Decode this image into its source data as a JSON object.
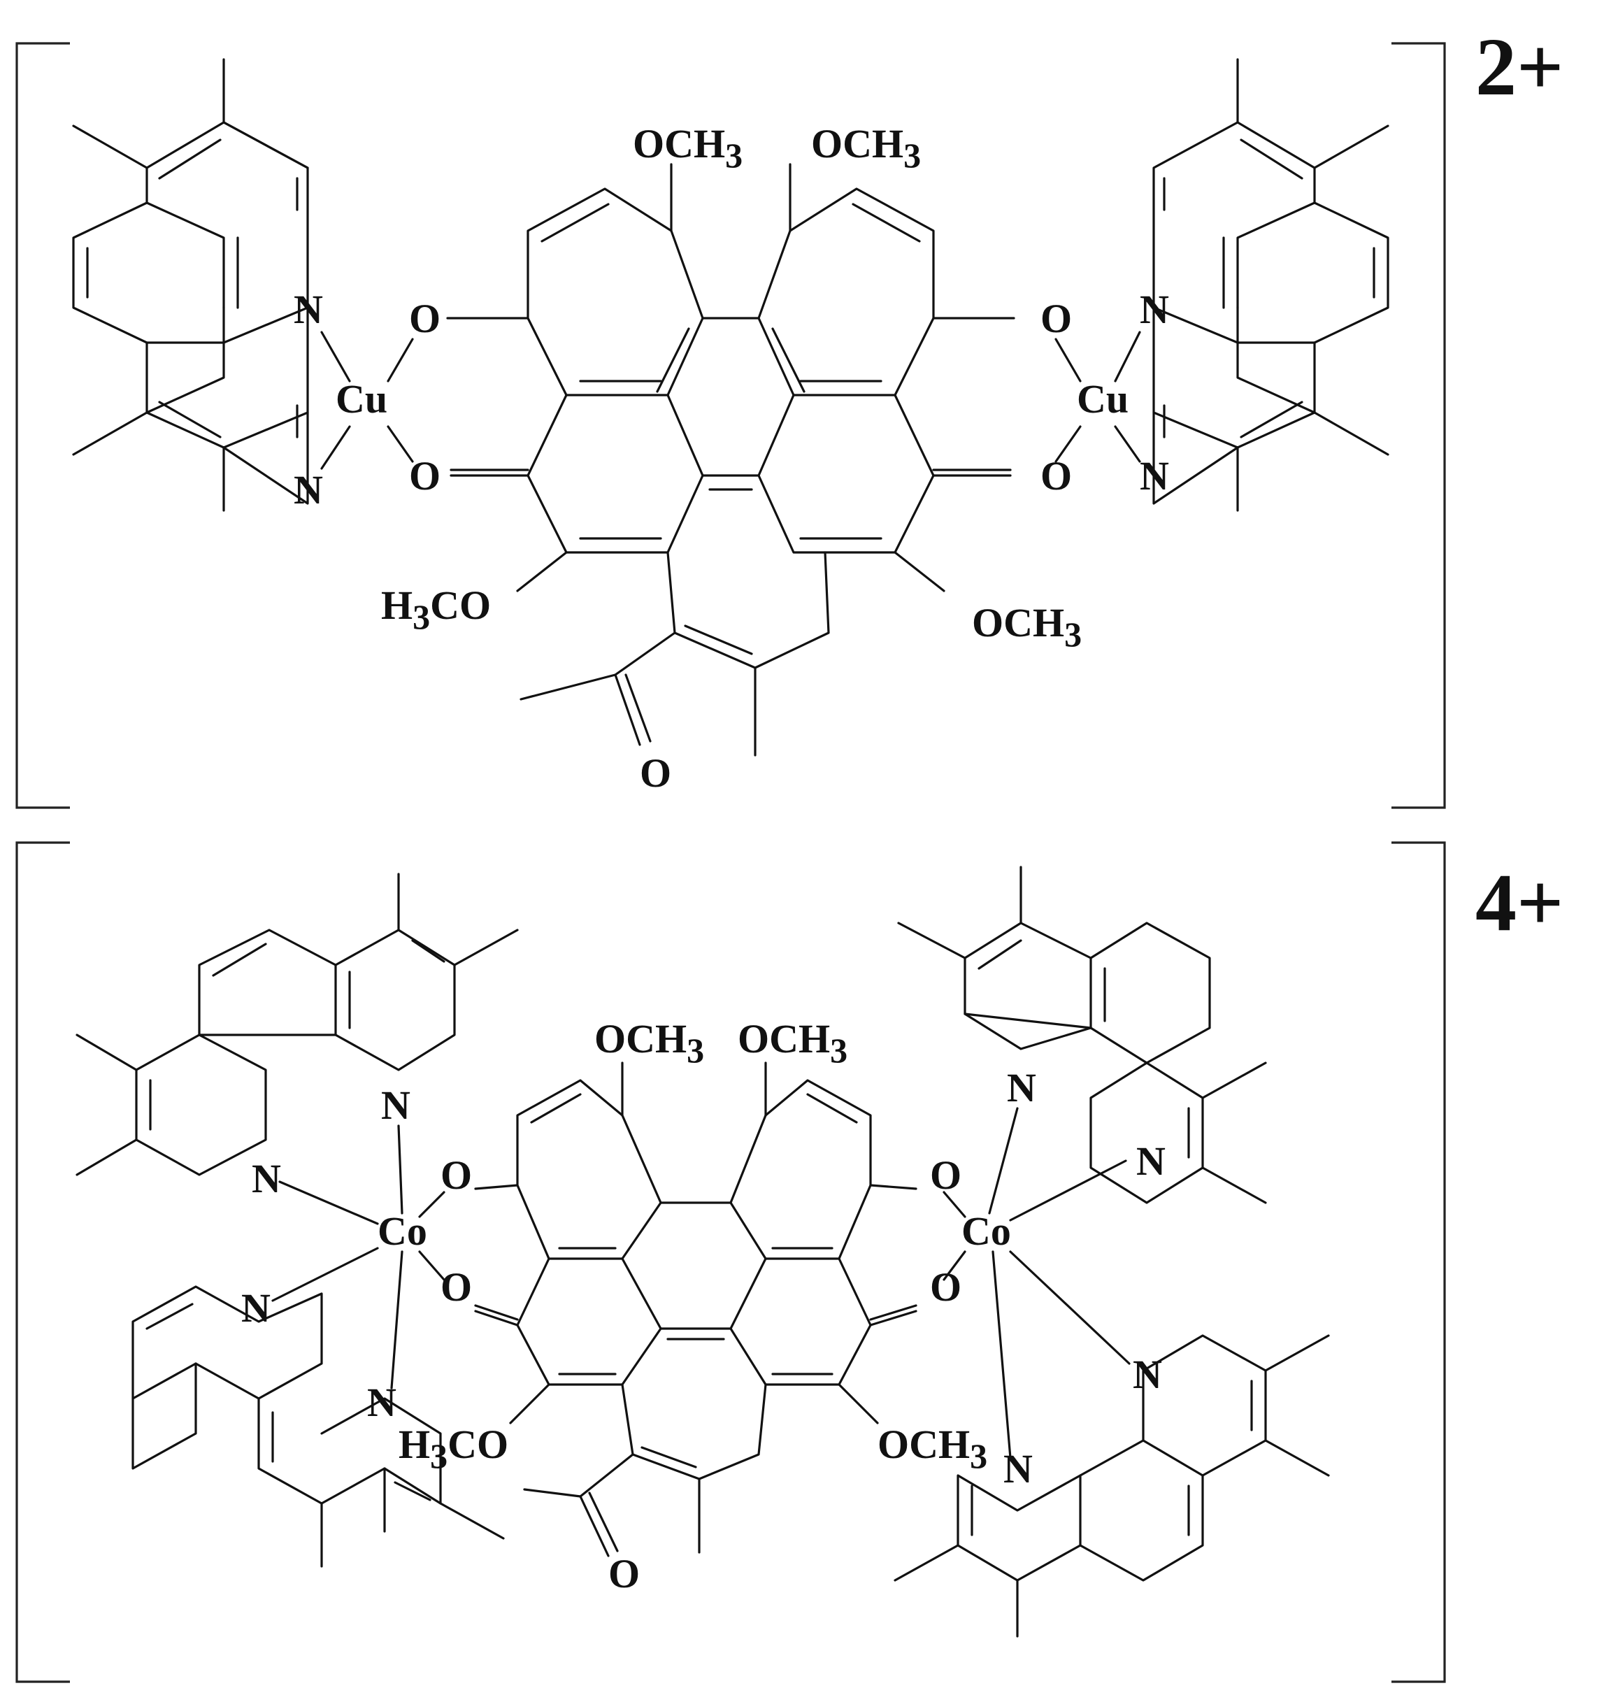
{
  "complex_top": {
    "charge": "2+",
    "metal_left": "Cu",
    "metal_right": "Cu",
    "n_label": "N",
    "o_label": "O",
    "och3": "OCH",
    "h3co_h": "H",
    "h3co_rest": "CO",
    "sub3": "3"
  },
  "complex_bottom": {
    "charge": "4+",
    "metal_left": "Co",
    "metal_right": "Co",
    "n_label": "N",
    "o_label": "O",
    "och3": "OCH",
    "h3co_h": "H",
    "h3co_rest": "CO",
    "sub3": "3"
  },
  "colors": {
    "ink": "#111111",
    "background": "#ffffff"
  }
}
